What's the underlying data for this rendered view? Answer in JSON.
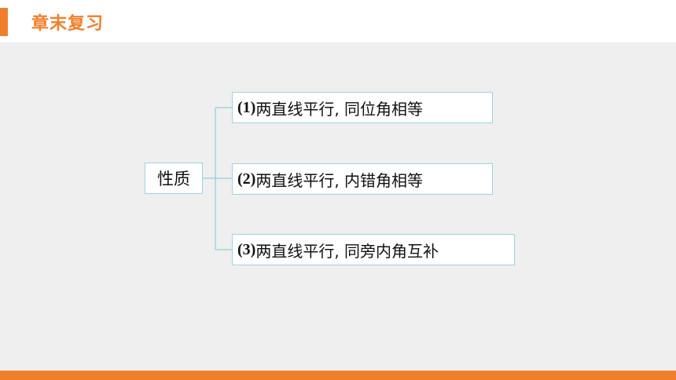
{
  "header": {
    "title": "章末复习"
  },
  "diagram": {
    "root": "性质",
    "branches": [
      {
        "num": "(1)",
        "text": "两直线平行, 同位角相等"
      },
      {
        "num": "(2)",
        "text": "两直线平行, 内错角相等"
      },
      {
        "num": "(3)",
        "text": "两直线平行, 同旁内角互补"
      }
    ]
  },
  "colors": {
    "accent": "#f07f2c",
    "panel": "#efefef",
    "connector": "#9fd3e3"
  }
}
